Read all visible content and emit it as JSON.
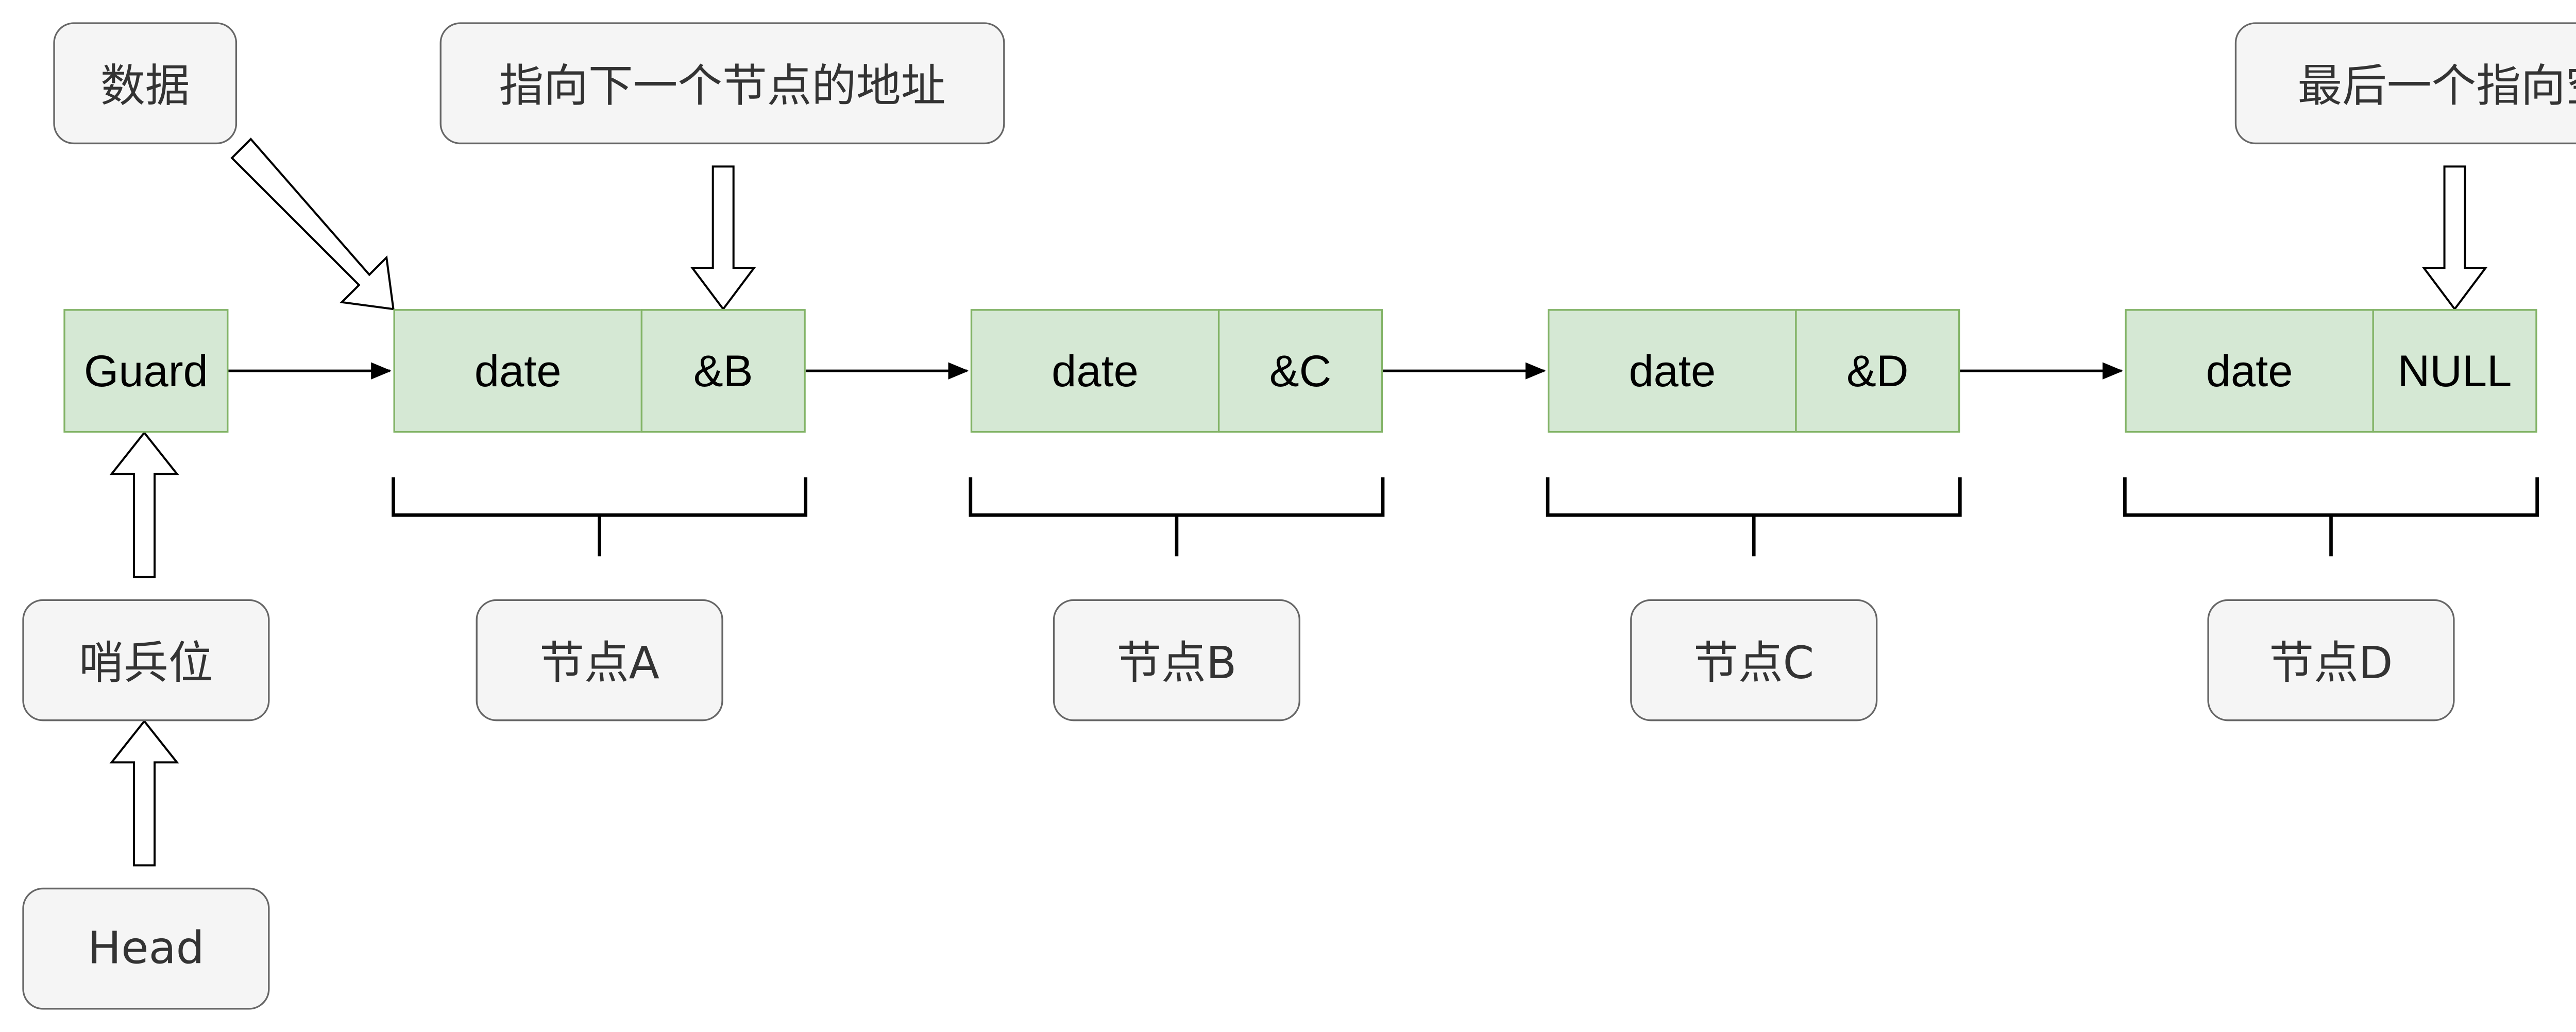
{
  "callouts": {
    "data_label": "数据",
    "next_address_label": "指向下一个节点的地址",
    "last_null_label": "最后一个指向空"
  },
  "guard": {
    "label": "Guard"
  },
  "sentinel": {
    "label": "哨兵位"
  },
  "head": {
    "label": "Head"
  },
  "nodes": [
    {
      "data": "date",
      "pointer": "&B",
      "caption": "节点A"
    },
    {
      "data": "date",
      "pointer": "&C",
      "caption": "节点B"
    },
    {
      "data": "date",
      "pointer": "&D",
      "caption": "节点C"
    },
    {
      "data": "date",
      "pointer": "NULL",
      "caption": "节点D"
    }
  ],
  "colors": {
    "node_fill": "#d5e8d4",
    "node_stroke": "#82b366",
    "label_fill": "#f5f5f5",
    "label_stroke": "#666666",
    "line": "#000000"
  }
}
